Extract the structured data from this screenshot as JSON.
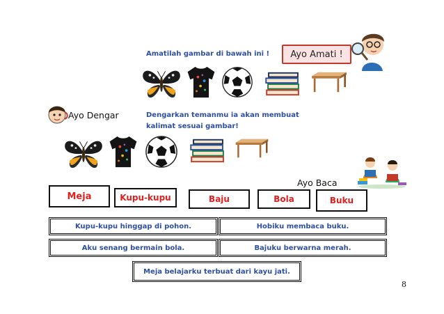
{
  "instruction_look": "Amatilah gambar di bawah ini !",
  "ayo_amati_label": "Ayo Amati !",
  "ayo_dengar_label": "Ayo Dengar",
  "instruction_listen_line1": "Dengarkan temanmu ia akan membuat",
  "instruction_listen_line2": "kalimat sesuai gambar!",
  "ayo_baca_label": "Ayo Baca",
  "pictures": [
    "butterfly-icon",
    "tshirt-icon",
    "soccer-ball-icon",
    "books-stack-icon",
    "wooden-table-icon"
  ],
  "words": [
    "Meja",
    "Kupu-kupu",
    "Baju",
    "Bola",
    "Buku"
  ],
  "sentences": [
    "Kupu-kupu hinggap di pohon.",
    "Hobiku membaca buku.",
    "Aku senang bermain bola.",
    "Bajuku berwarna merah.",
    "Meja belajarku terbuat dari kayu jati."
  ],
  "page_number": "8",
  "colors": {
    "word_red": "#e02020",
    "instruction_blue": "#2e4fa3",
    "amati_border": "#c0392b"
  }
}
